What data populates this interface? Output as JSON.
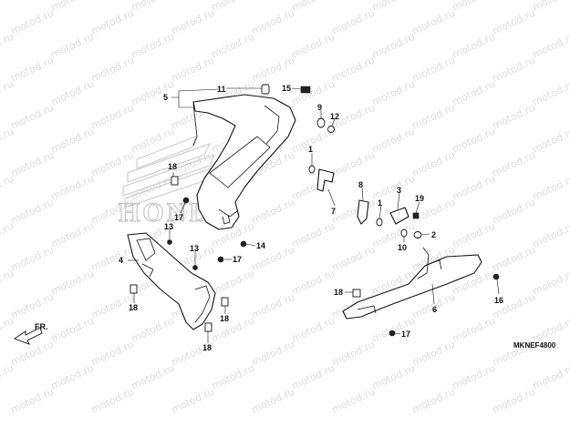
{
  "watermark": "motod.ru",
  "brand": "HONDA",
  "diagram_code": "MKNEF4800",
  "direction_label": "FR.",
  "callouts": [
    "1",
    "1",
    "2",
    "3",
    "4",
    "5",
    "6",
    "7",
    "8",
    "9",
    "10",
    "11",
    "12",
    "13",
    "13",
    "14",
    "15",
    "16",
    "17",
    "17",
    "17",
    "18",
    "18",
    "18",
    "18",
    "18",
    "19"
  ]
}
